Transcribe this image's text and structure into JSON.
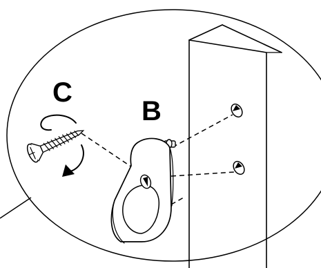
{
  "diagram": {
    "labels": {
      "screw": "C",
      "bracket": "B"
    },
    "colors": {
      "line": "#000000",
      "background": "#ffffff",
      "fill": "#ffffff"
    },
    "parts": [
      {
        "id": "screw",
        "label": "C",
        "icon": "wood-screw-icon"
      },
      {
        "id": "bracket",
        "label": "B",
        "icon": "closet-rod-bracket-icon"
      },
      {
        "id": "cabinet-side-panel",
        "icon": "panel-icon"
      },
      {
        "id": "pilot-holes",
        "count": 2
      },
      {
        "id": "rotation-arrow",
        "direction": "clockwise"
      }
    ]
  }
}
